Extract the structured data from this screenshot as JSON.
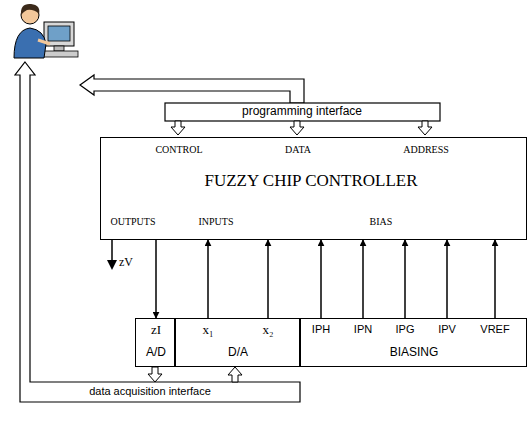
{
  "diagram": {
    "nodes": [
      {
        "text": [
          "CONTROL",
          "DATA",
          "ADDRESS",
          "FUZZY CHIP CONTROLLER",
          "OUTPUTS",
          "INPUTS",
          "BIAS"
        ]
      },
      {
        "text": [
          "zI",
          "A/D"
        ]
      },
      {
        "text": [
          "x₁",
          "x₂",
          "D/A"
        ]
      },
      {
        "text": [
          "IPH",
          "IPN",
          "IPG",
          "IPV",
          "VREF",
          "BIASING"
        ]
      }
    ],
    "edges": [
      {
        "from": 0,
        "to": 1,
        "arrow": "to"
      },
      {
        "from": 2,
        "to": 0,
        "arrow": "to"
      },
      {
        "from": 2,
        "to": 0,
        "arrow": "to"
      },
      {
        "from": 3,
        "to": 0,
        "arrow": "to"
      },
      {
        "from": 3,
        "to": 0,
        "arrow": "to"
      },
      {
        "from": 3,
        "to": 0,
        "arrow": "to"
      },
      {
        "from": 3,
        "to": 0,
        "arrow": "to"
      },
      {
        "from": 3,
        "to": 0,
        "arrow": "to"
      }
    ],
    "labels": [
      "programming interface",
      "zV",
      "data acquisition interface"
    ]
  }
}
